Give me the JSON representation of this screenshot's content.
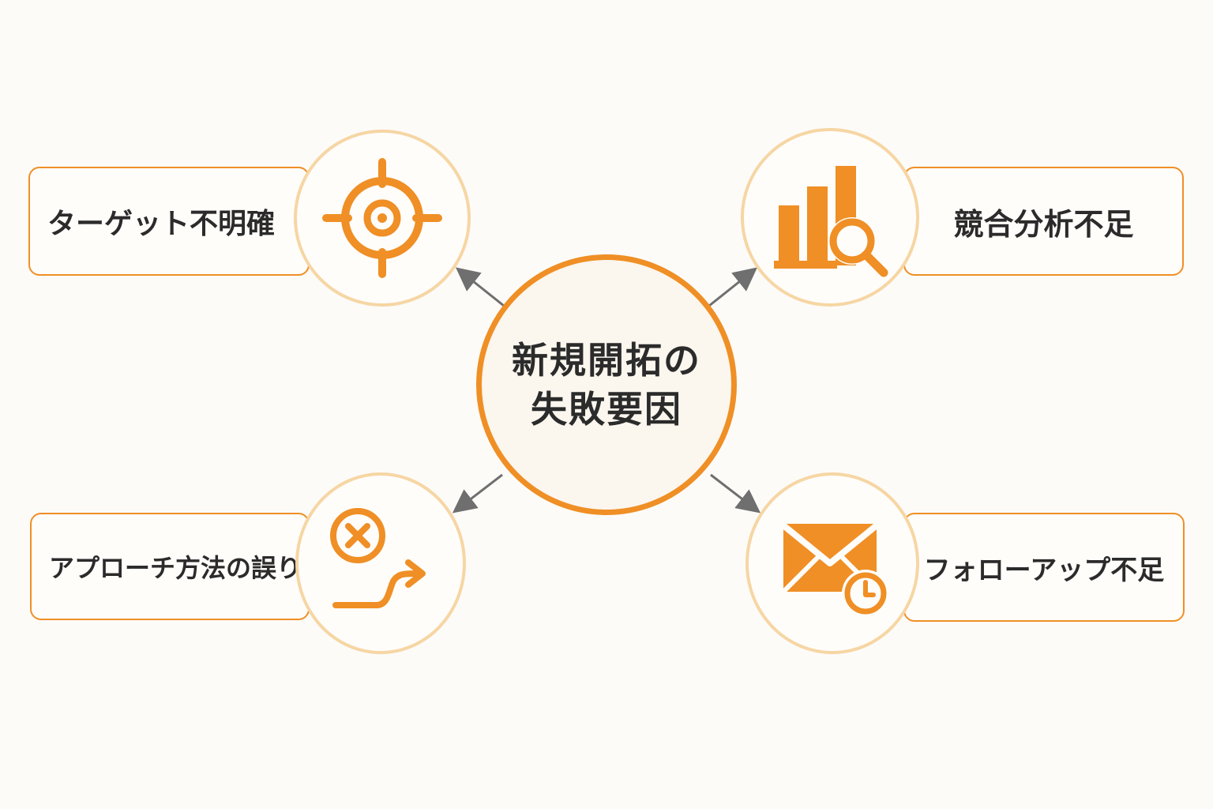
{
  "center": {
    "line1": "新規開拓の",
    "line2": "失敗要因"
  },
  "factors": [
    {
      "label": "ターゲット不明確",
      "icon": "target-icon"
    },
    {
      "label": "競合分析不足",
      "icon": "bar-chart-search-icon"
    },
    {
      "label": "アプローチ方法の誤り",
      "icon": "wrong-path-icon"
    },
    {
      "label": "フォローアップ不足",
      "icon": "mail-clock-icon"
    }
  ],
  "colors": {
    "accent": "#ef8f25",
    "accent_light": "#f6d6a4",
    "text": "#2b2b2b",
    "arrow": "#6f6f6f",
    "background": "#fcfbf8"
  }
}
